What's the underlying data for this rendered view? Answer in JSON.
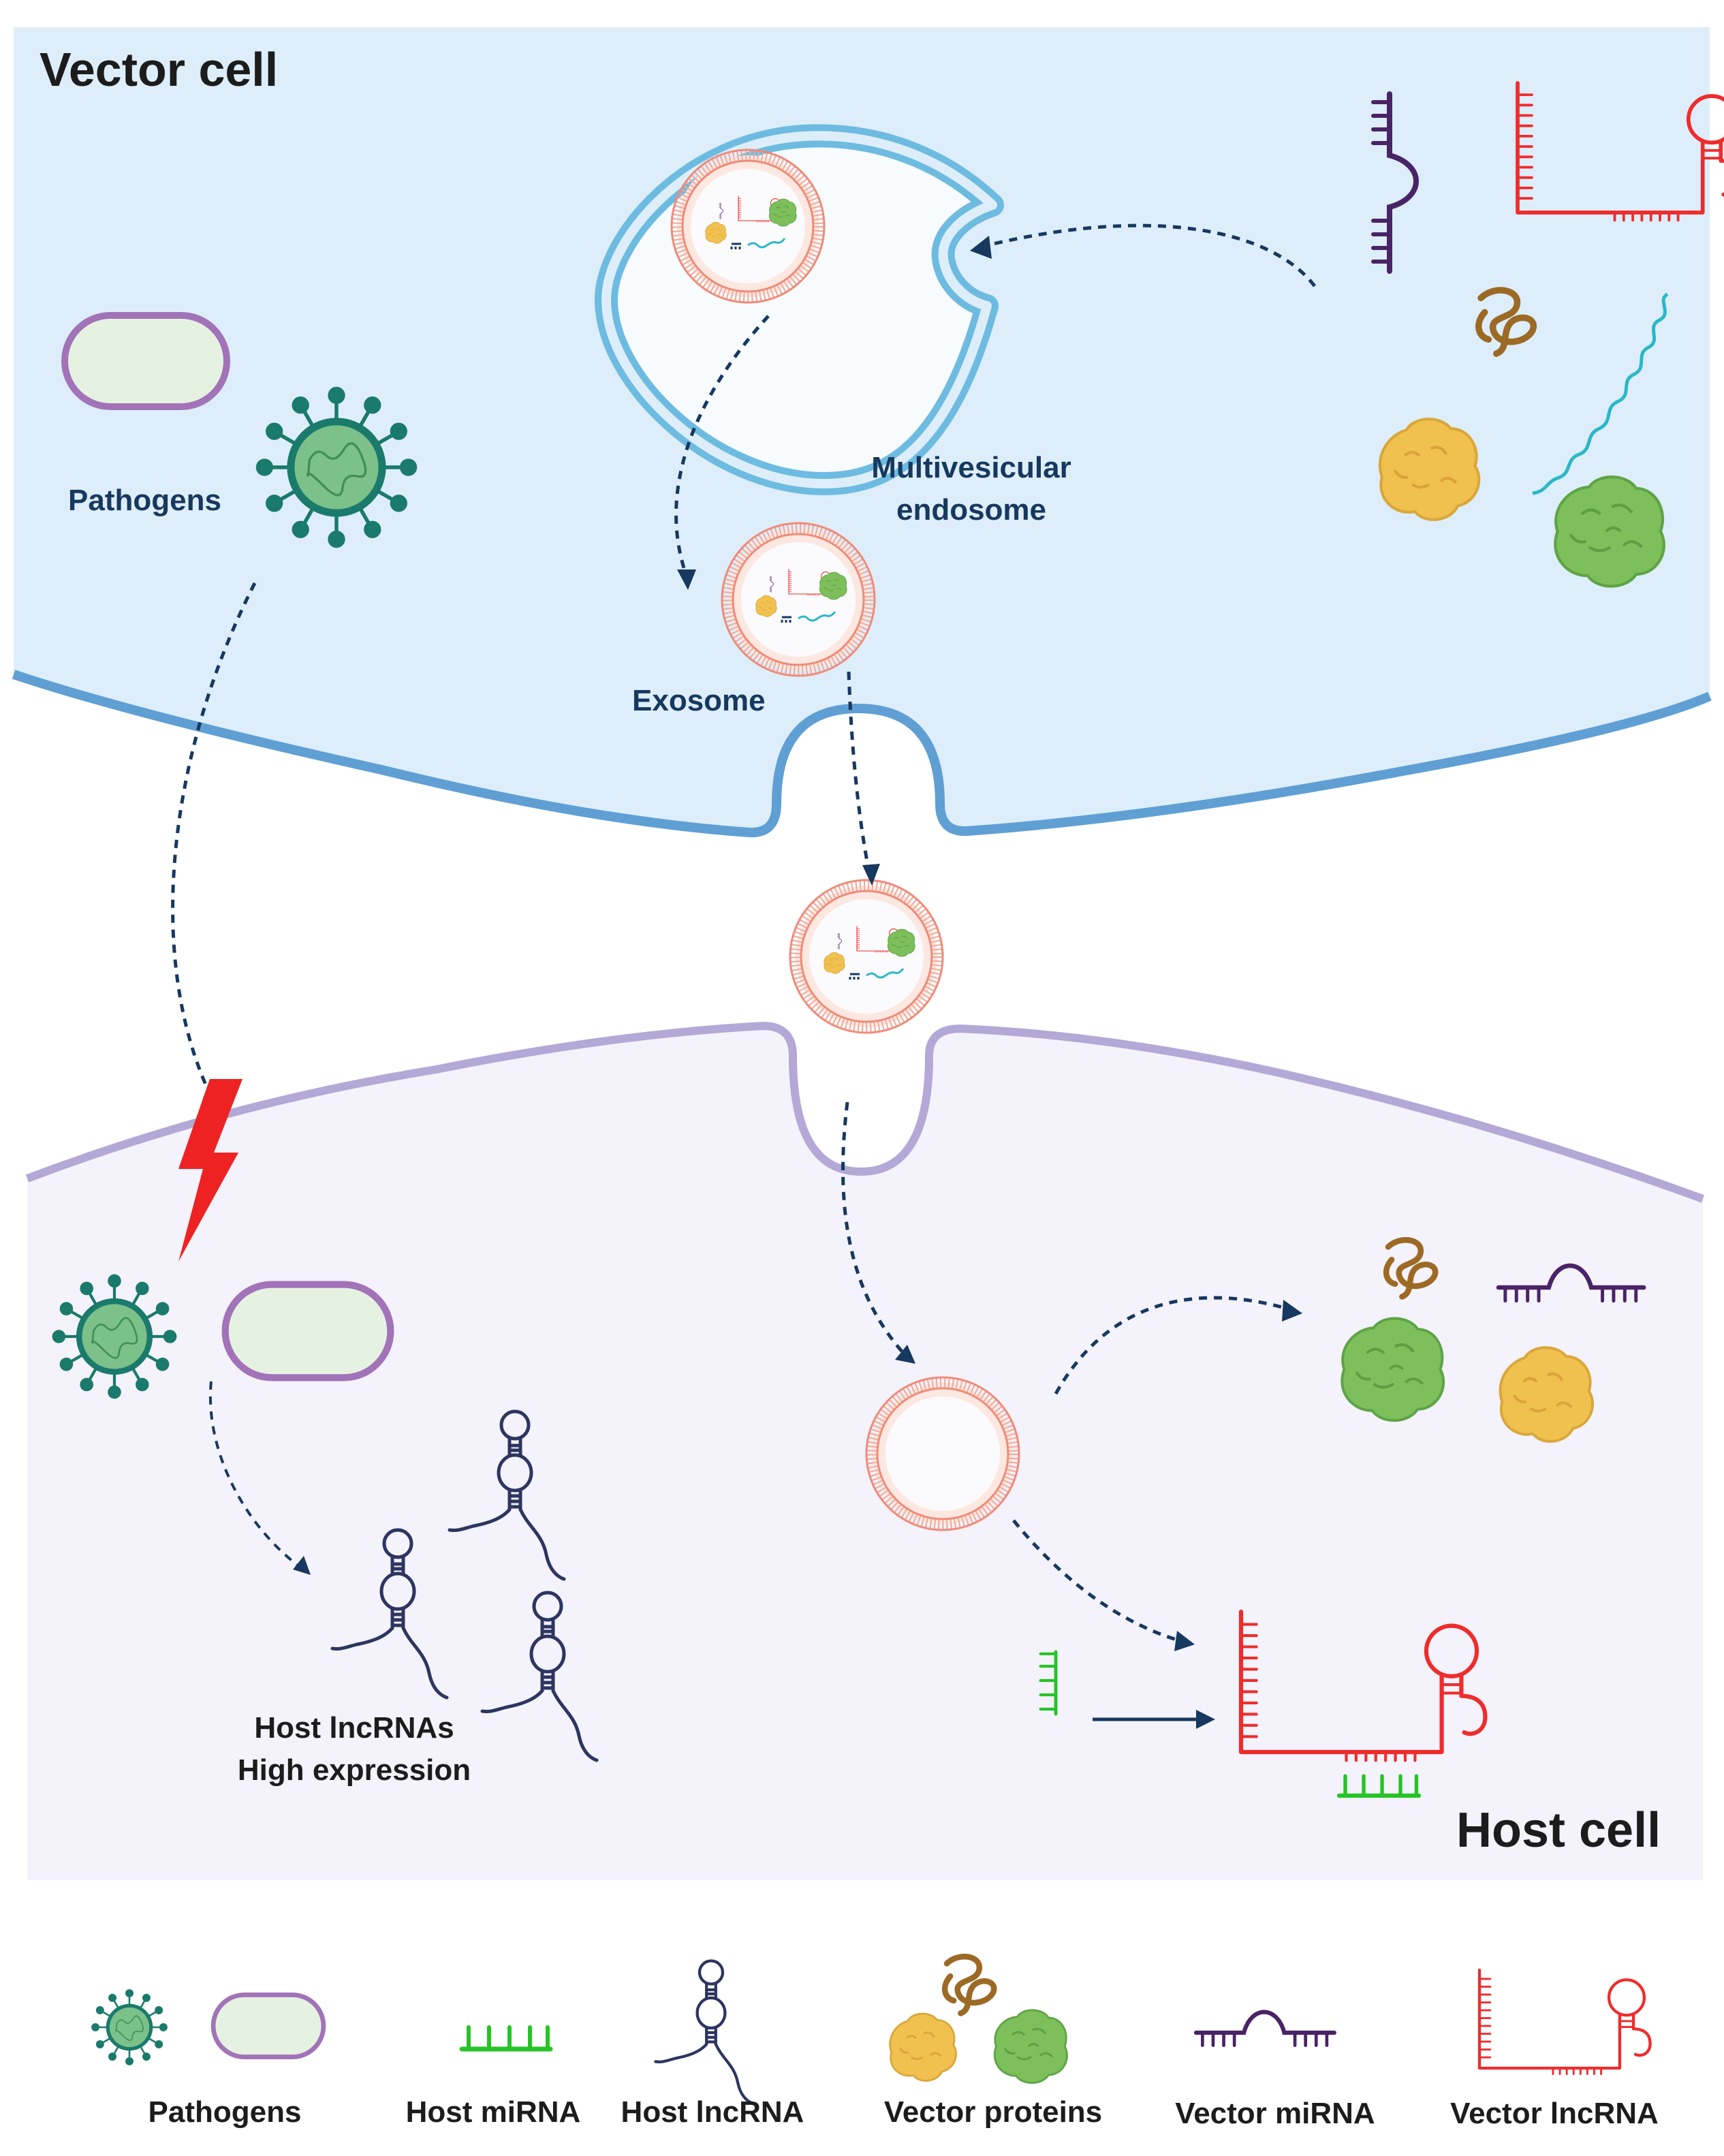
{
  "diagram": {
    "vector_cell_title": "Vector cell",
    "host_cell_title": "Host cell",
    "labels": {
      "pathogens": "Pathogens",
      "multivesicular_line1": "Multivesicular",
      "multivesicular_line2": "endosome",
      "exosome": "Exosome",
      "host_lncrnas_line1": "Host lncRNAs",
      "host_lncrnas_line2": "High expression"
    },
    "colors": {
      "vector_cell": "#ddeefa",
      "vector_membrane": "#5f9fd4",
      "host_cell": "#f4f2fb",
      "host_membrane": "#b3a8d6",
      "arrow": "#17385f",
      "vector_lncrna": "#ee2c2c",
      "host_mirna": "#26c426",
      "host_lncrna": "#2d3560",
      "vector_mirna": "#4a2366",
      "protein_yellow": "#f0c14f",
      "protein_green": "#7cbf5b",
      "protein_brown": "#9c6a25",
      "pathogen_teal": "#1a7a6b",
      "bacterium_fill": "#e5f2e2",
      "bacterium_border": "#a273b8",
      "lightning": "#ee2222"
    }
  },
  "legend": {
    "items": [
      {
        "label": "Pathogens"
      },
      {
        "label": "Host miRNA"
      },
      {
        "label": "Host lncRNA"
      },
      {
        "label": "Vector proteins"
      },
      {
        "label": "Vector miRNA"
      },
      {
        "label": "Vector lncRNA"
      }
    ]
  }
}
